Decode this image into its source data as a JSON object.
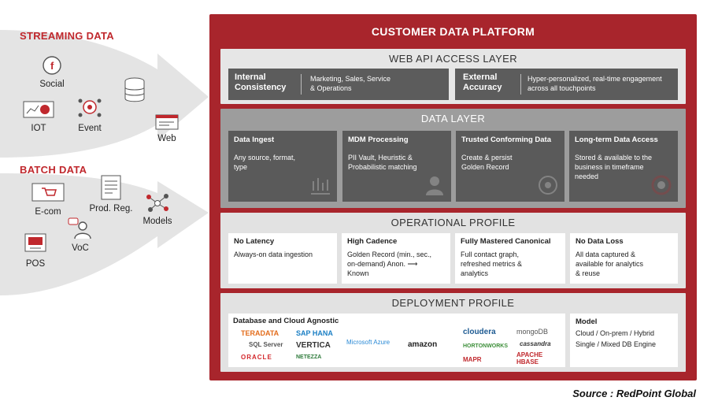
{
  "streaming": {
    "title": "STREAMING DATA",
    "sources": [
      {
        "label": "Social",
        "icon": "facebook-icon"
      },
      {
        "label": "IOT",
        "icon": "chart-icon"
      },
      {
        "label": "Event",
        "icon": "network-icon"
      },
      {
        "label": "Web",
        "icon": "browser-icon"
      }
    ]
  },
  "batch": {
    "title": "BATCH DATA",
    "sources": [
      {
        "label": "E-com",
        "icon": "cart-icon"
      },
      {
        "label": "Prod. Reg.",
        "icon": "document-icon"
      },
      {
        "label": "Models",
        "icon": "nodes-icon"
      },
      {
        "label": "VoC",
        "icon": "speaker-icon"
      },
      {
        "label": "POS",
        "icon": "pos-icon"
      }
    ]
  },
  "platform": {
    "title": "CUSTOMER DATA PLATFORM",
    "web_api": {
      "title": "WEB API ACCESS LAYER",
      "cards": [
        {
          "heading": "Internal Consistency",
          "text": "Marketing, Sales, Service & Operations"
        },
        {
          "heading": "External Accuracy",
          "text": "Hyper-personalized, real-time engagement across all touchpoints"
        }
      ]
    },
    "data_layer": {
      "title": "DATA LAYER",
      "cards": [
        {
          "heading": "Data Ingest",
          "text": "Any source, format, type"
        },
        {
          "heading": "MDM Processing",
          "text": "PII Vault, Heuristic & Probabilistic matching"
        },
        {
          "heading": "Trusted Conforming Data",
          "text": "Create & persist Golden Record"
        },
        {
          "heading": "Long-term Data Access",
          "text": "Stored & available to the business in timeframe needed"
        }
      ]
    },
    "operational": {
      "title": "OPERATIONAL PROFILE",
      "cards": [
        {
          "heading": "No Latency",
          "text": "Always-on data ingestion"
        },
        {
          "heading": "High Cadence",
          "text": "Golden Record (min., sec., on-demand) Anon. ⟶ Known"
        },
        {
          "heading": "Fully Mastered Canonical",
          "text": "Full contact graph, refreshed metrics & analytics"
        },
        {
          "heading": "No Data Loss",
          "text": "All data captured & available for analytics & reuse"
        }
      ]
    },
    "deployment": {
      "title": "DEPLOYMENT PROFILE",
      "agnostic_heading": "Database and Cloud Agnostic",
      "vendors": [
        "TERADATA",
        "SQL Server",
        "ORACLE",
        "SAP HANA",
        "VERTICA",
        "NETEZZA",
        "Microsoft Azure",
        "amazon",
        "cloudera",
        "HORTONWORKS",
        "MAPR",
        "mongoDB",
        "cassandra",
        "APACHE HBASE"
      ],
      "model_heading": "Model",
      "model_lines": [
        "Cloud / On-prem / Hybrid",
        "Single / Mixed DB Engine"
      ]
    }
  },
  "source": "Source : RedPoint Global",
  "colors": {
    "brand_red": "#a8252c",
    "label_red": "#c0282d",
    "dark_card": "#5a5a5a",
    "light_panel": "#e2e2e2",
    "mid_panel": "#9a9a9a"
  }
}
